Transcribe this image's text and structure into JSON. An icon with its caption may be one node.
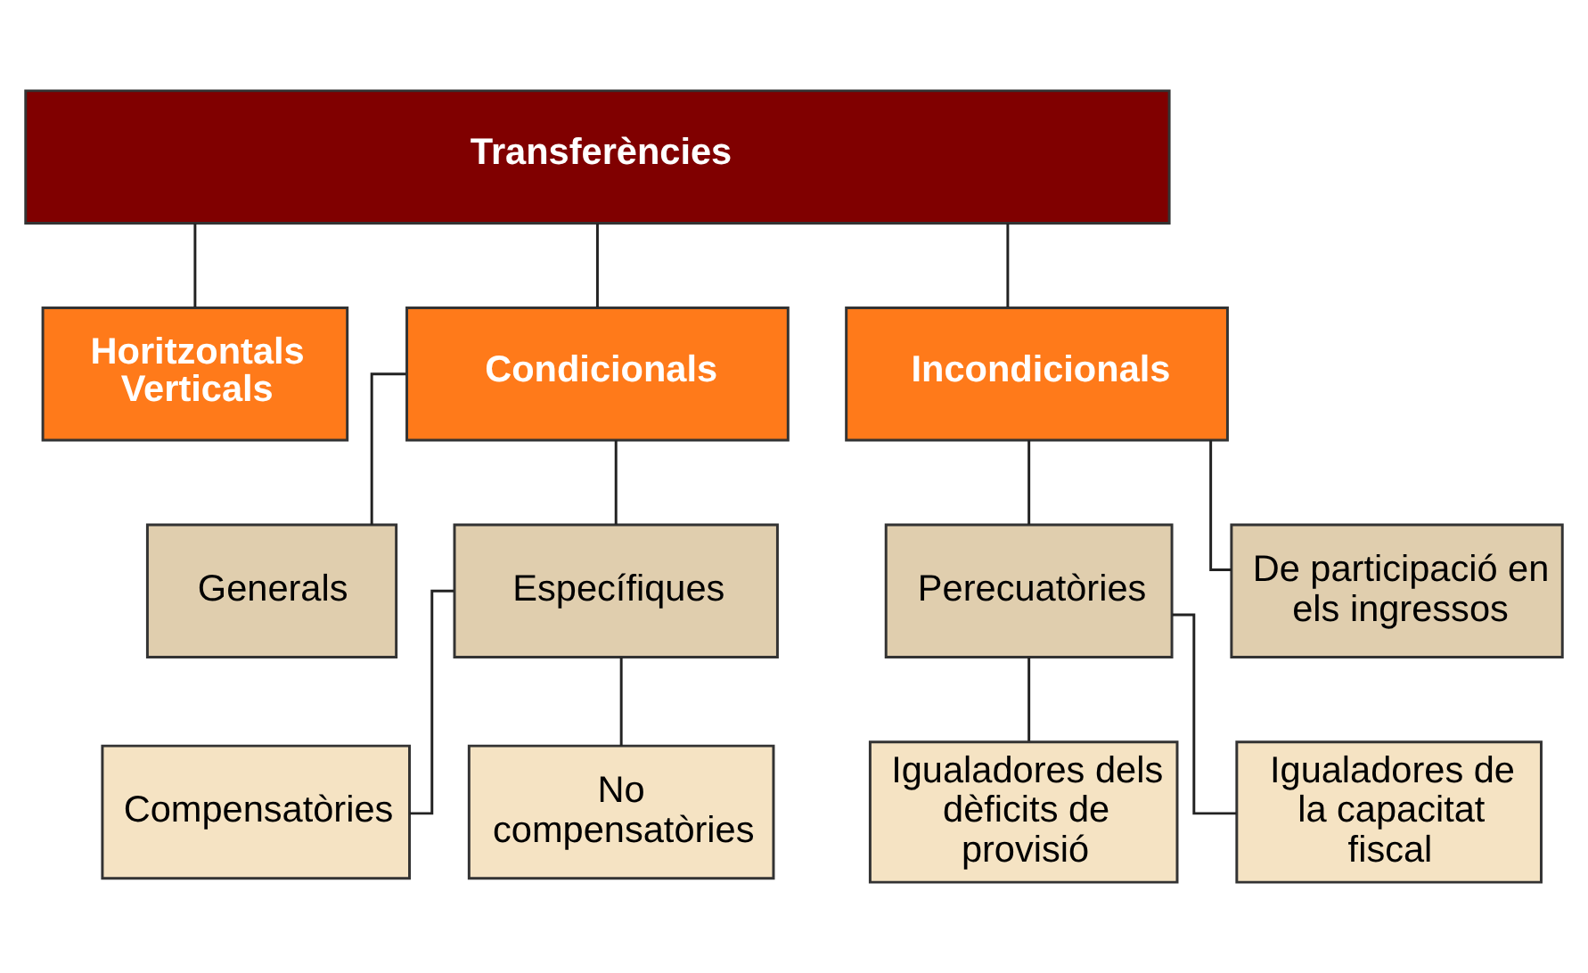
{
  "diagram": {
    "nodes": [
      {
        "text": [
          "Transferències"
        ]
      },
      {
        "text": [
          "Horitzontals Verticals"
        ]
      },
      {
        "text": [
          "Condicionals"
        ]
      },
      {
        "text": [
          "Incondicionals"
        ]
      },
      {
        "text": [
          "Generals"
        ]
      },
      {
        "text": [
          "Específiques"
        ]
      },
      {
        "text": [
          "Compensatòries"
        ]
      },
      {
        "text": [
          "No compensatòries"
        ]
      },
      {
        "text": [
          "Perecuatòries"
        ]
      },
      {
        "text": [
          "De participació en els ingressos"
        ]
      },
      {
        "text": [
          "Igualadores dels dèficits de provisió"
        ]
      },
      {
        "text": [
          "Igualadores de la capacitat fiscal"
        ]
      }
    ],
    "edges": [
      {
        "from": 0,
        "to": 1,
        "arrow": "none"
      },
      {
        "from": 0,
        "to": 2,
        "arrow": "none"
      },
      {
        "from": 0,
        "to": 3,
        "arrow": "none"
      },
      {
        "from": 2,
        "to": 4,
        "arrow": "none"
      },
      {
        "from": 2,
        "to": 5,
        "arrow": "none"
      },
      {
        "from": 5,
        "to": 6,
        "arrow": "none"
      },
      {
        "from": 5,
        "to": 7,
        "arrow": "none"
      },
      {
        "from": 3,
        "to": 8,
        "arrow": "none"
      },
      {
        "from": 3,
        "to": 9,
        "arrow": "none"
      },
      {
        "from": 8,
        "to": 10,
        "arrow": "none"
      },
      {
        "from": 8,
        "to": 11,
        "arrow": "none"
      }
    ]
  }
}
